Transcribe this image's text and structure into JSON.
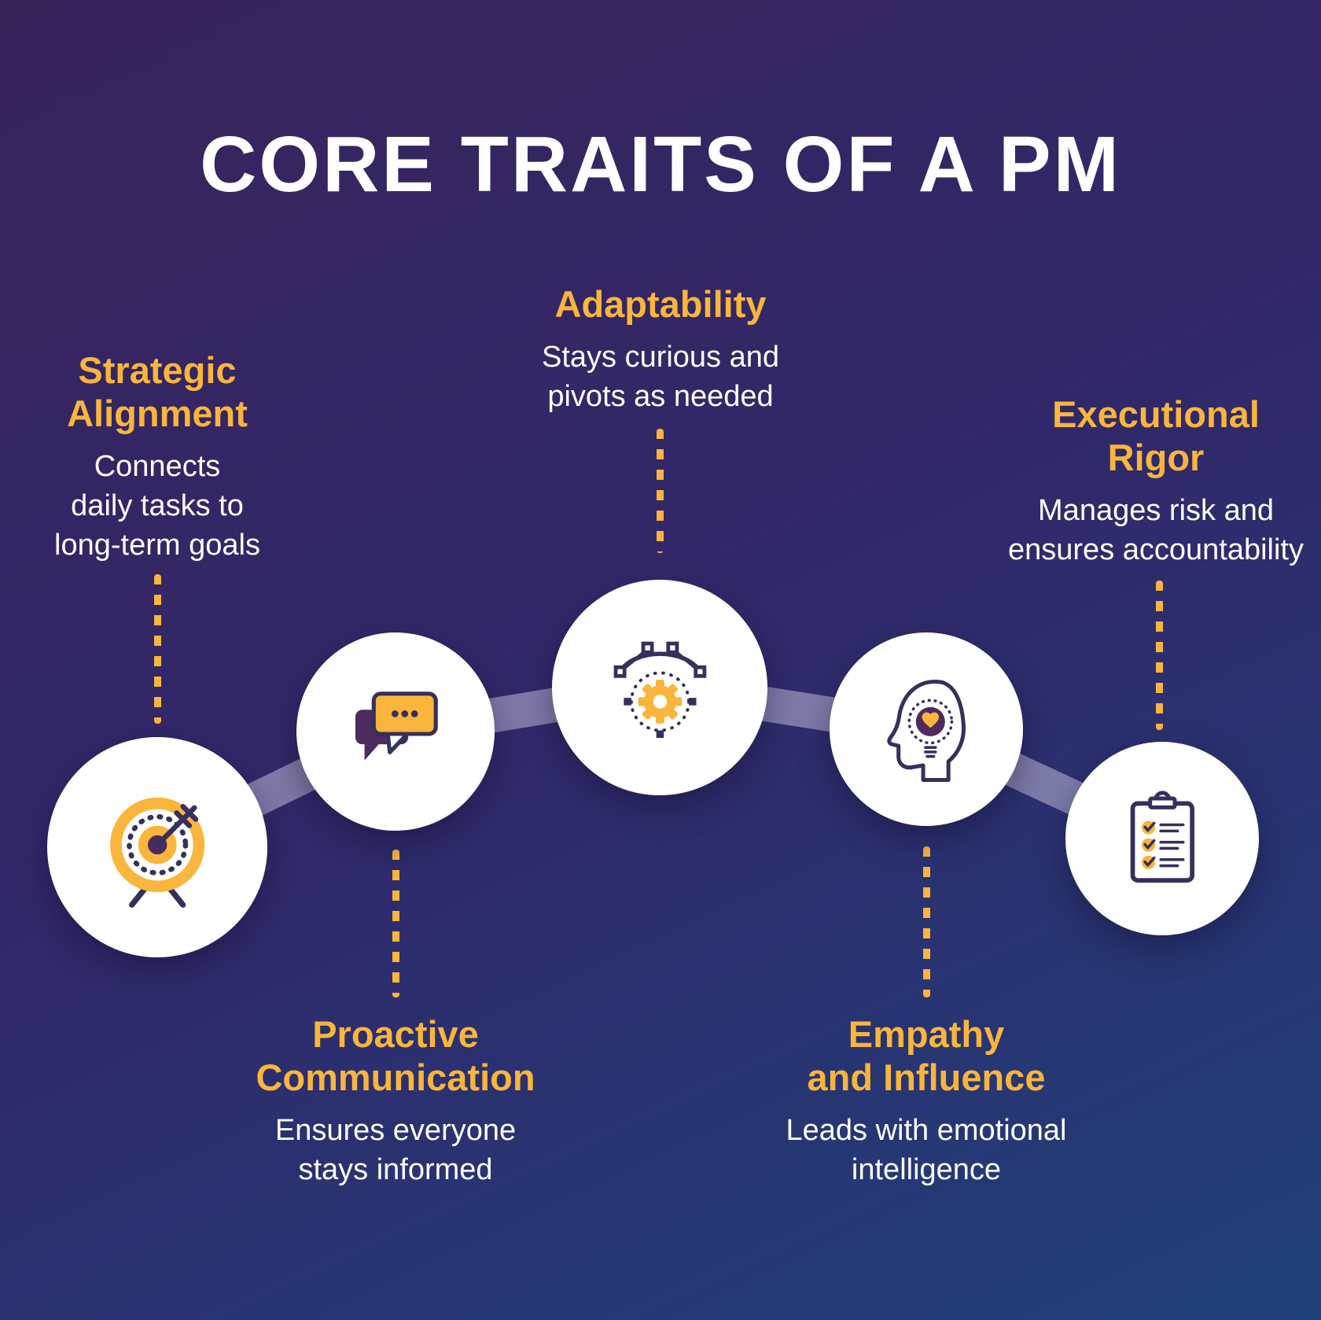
{
  "title": "CORE TRAITS OF A PM",
  "colors": {
    "accent_yellow": "#F9B53C",
    "background_top": "#38245B",
    "background_bottom": "#20407A",
    "icon_outline": "#35305C",
    "icon_purple": "#4E2A5E",
    "connector_lavender": "#CFC7E4",
    "circle_fill": "#FFFFFF",
    "text_white": "#FFFFFF"
  },
  "traits": [
    {
      "title": "Strategic\nAlignment",
      "desc": "Connects\ndaily tasks to\nlong-term goals",
      "icon": "target-icon",
      "label_position": "above"
    },
    {
      "title": "Proactive\nCommunication",
      "desc": "Ensures everyone\nstays informed",
      "icon": "chat-bubbles-icon",
      "label_position": "below"
    },
    {
      "title": "Adaptability",
      "desc": "Stays curious and\npivots as needed",
      "icon": "vector-gear-icon",
      "label_position": "above"
    },
    {
      "title": "Empathy\nand Influence",
      "desc": "Leads with emotional\nintelligence",
      "icon": "head-lightbulb-icon",
      "label_position": "below"
    },
    {
      "title": "Executional\nRigor",
      "desc": "Manages risk and\nensures accountability",
      "icon": "clipboard-checklist-icon",
      "label_position": "above"
    }
  ]
}
